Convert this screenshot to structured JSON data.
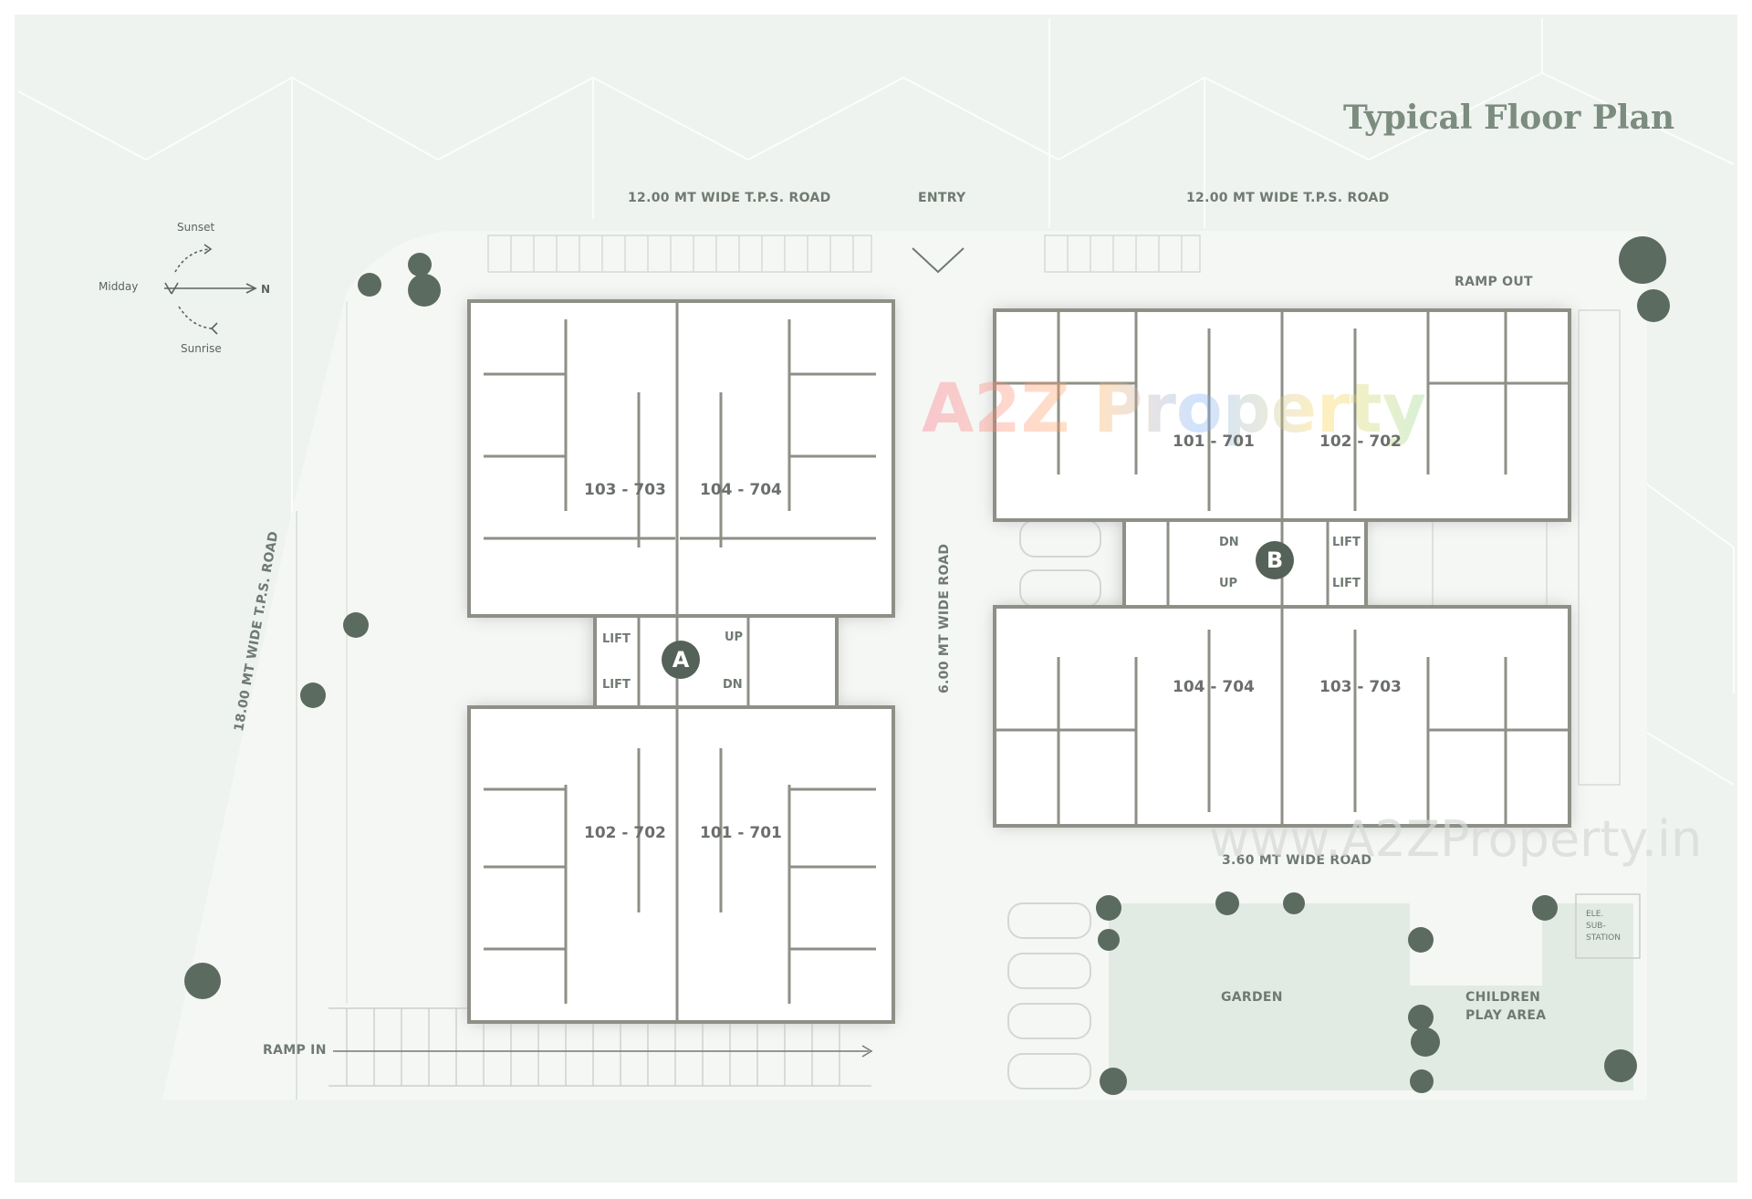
{
  "title": "Typical Floor Plan",
  "compass": {
    "sunset": "Sunset",
    "midday": "Midday",
    "north": "N",
    "sunrise": "Sunrise"
  },
  "roads": {
    "top_left": "12.00 MT WIDE T.P.S. ROAD",
    "entry": "ENTRY",
    "top_right": "12.00 MT WIDE T.P.S. ROAD",
    "left": "18.00 MT WIDE T.P.S. ROAD",
    "middle": "6.00 MT WIDE ROAD",
    "bottom": "3.60 MT WIDE ROAD",
    "ramp_out": "RAMP OUT",
    "ramp_in": "RAMP IN"
  },
  "block_a": {
    "label": "A",
    "units": [
      "103 - 703",
      "104 - 704",
      "102 - 702",
      "101 - 701"
    ],
    "lift_1": "LIFT",
    "lift_2": "LIFT",
    "up": "UP",
    "dn": "DN"
  },
  "block_b": {
    "label": "B",
    "units": [
      "101 - 701",
      "102 - 702",
      "104 - 704",
      "103 - 703"
    ],
    "lift_1": "LIFT",
    "lift_2": "LIFT",
    "up": "UP",
    "dn": "DN"
  },
  "areas": {
    "garden": "GARDEN",
    "children_line1": "CHILDREN",
    "children_line2": "PLAY AREA",
    "substation_line1": "ELE.",
    "substation_line2": "SUB-",
    "substation_line3": "STATION"
  },
  "watermark": {
    "brand": "A2Z Property",
    "url": "www.A2ZProperty.in"
  },
  "colors": {
    "background": "#eef3ef",
    "site": "#f4f6f4",
    "building": "#ffffff",
    "wall": "#8e8f86",
    "tree": "#5c6b5f",
    "garden": "#e3ece4",
    "accent": "#55625a"
  }
}
